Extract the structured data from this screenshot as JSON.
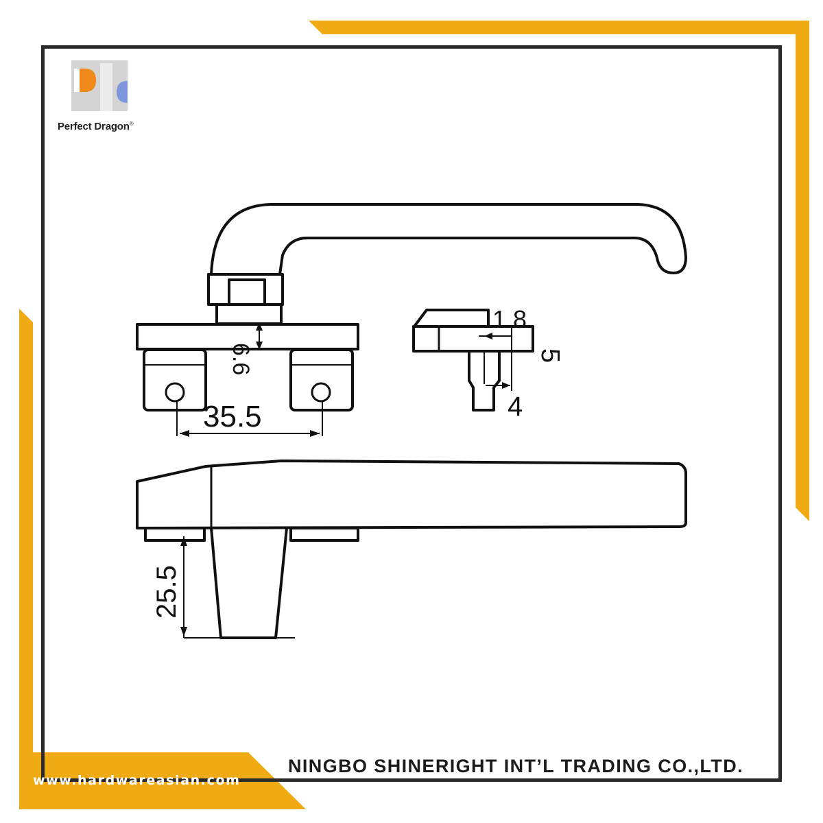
{
  "brand": {
    "name": "Perfect Dragon",
    "mark": "®",
    "colors": {
      "orange": "#ef8a1a",
      "blue": "#7e96dc",
      "gray": "#d4d4d4"
    }
  },
  "footer": {
    "company": "NINGBO SHINERIGHT INT’L TRADING CO.,LTD.",
    "website": "www.hardwareasian.com"
  },
  "accent_color": "#f0aa14",
  "frame_color": "#2b2b2b",
  "dimensions": {
    "base_height": "6.6",
    "hole_spacing": "35.5",
    "spindle_width": "1.8",
    "spindle_height": "5",
    "spindle_depth": "4",
    "spindle_length": "25.5"
  }
}
